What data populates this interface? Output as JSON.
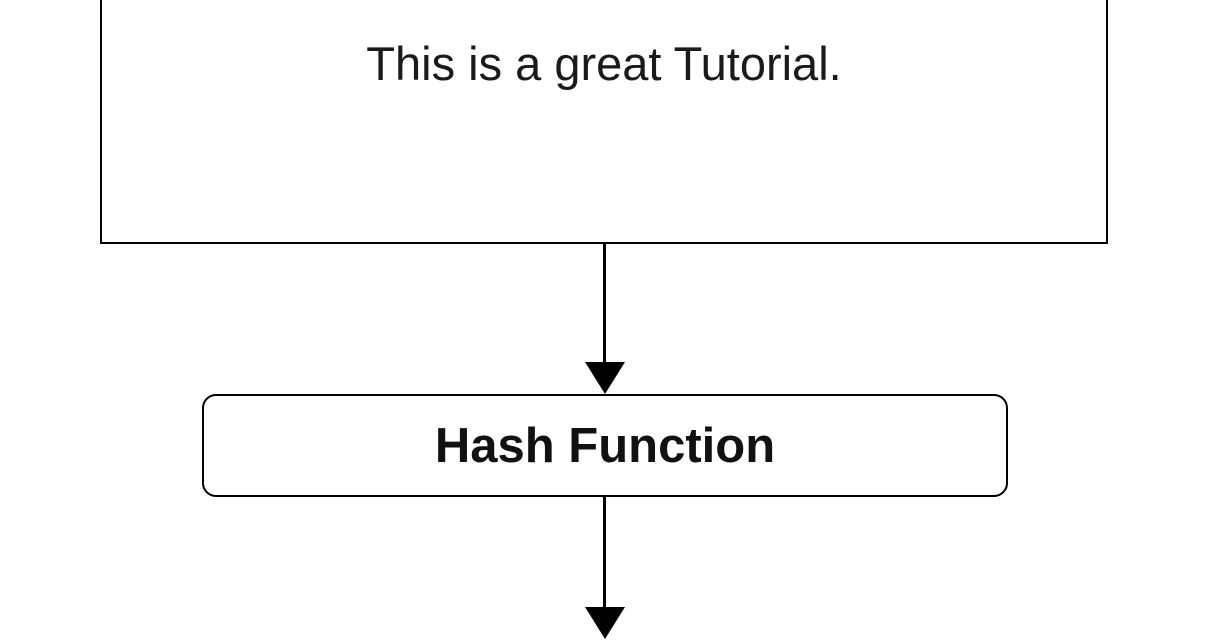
{
  "diagram": {
    "nodes": {
      "tutorial": {
        "label": "This is a great Tutorial.",
        "shape": "rectangle"
      },
      "hash_function": {
        "label": "Hash Function",
        "shape": "rounded-rectangle"
      }
    },
    "connectors": [
      {
        "from": "tutorial",
        "to": "hash_function",
        "arrow": "down"
      },
      {
        "from": "hash_function",
        "to": "bottom-edge",
        "arrow": "down"
      }
    ],
    "colors": {
      "stroke": "#000000",
      "fill": "#ffffff",
      "text": "#1a1a1a"
    }
  }
}
